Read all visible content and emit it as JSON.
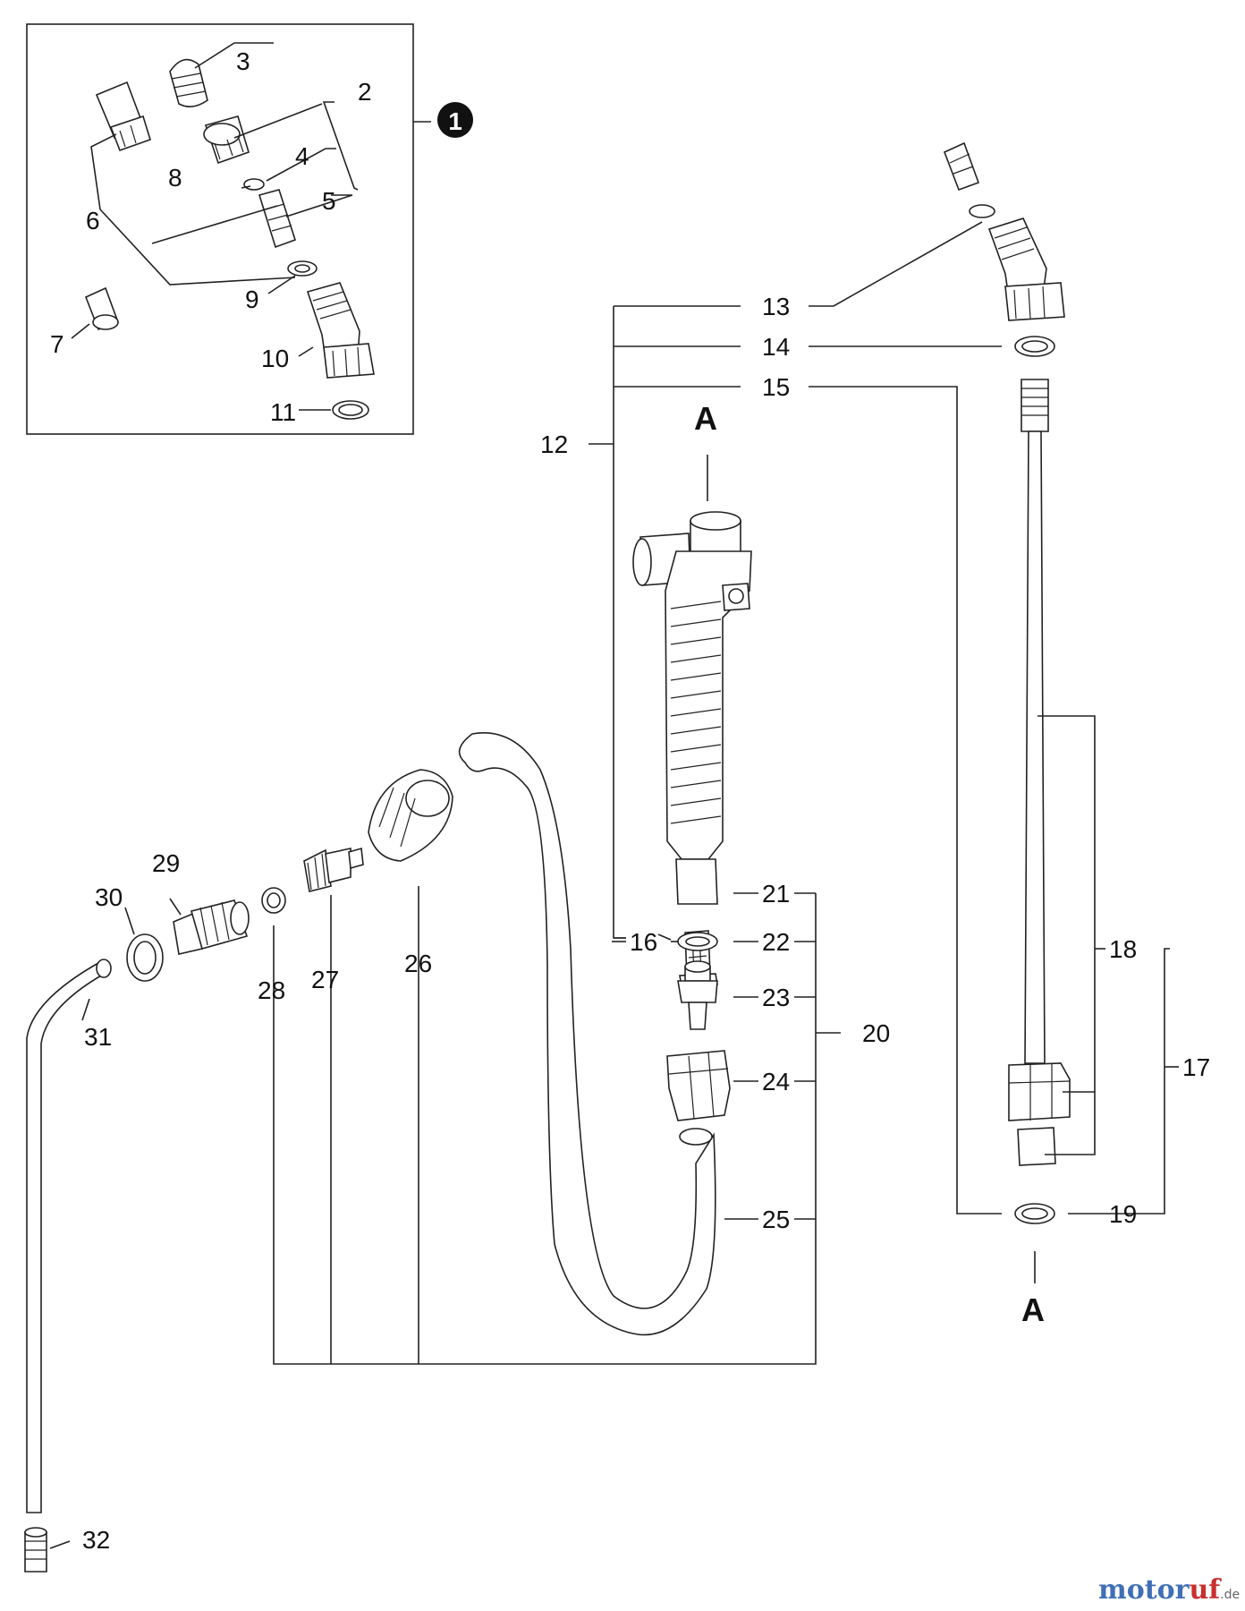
{
  "callouts": [
    {
      "id": "1",
      "text": "1"
    },
    {
      "id": "2",
      "text": "2"
    },
    {
      "id": "3",
      "text": "3"
    },
    {
      "id": "4",
      "text": "4"
    },
    {
      "id": "5",
      "text": "5"
    },
    {
      "id": "6",
      "text": "6"
    },
    {
      "id": "7",
      "text": "7"
    },
    {
      "id": "8",
      "text": "8"
    },
    {
      "id": "9",
      "text": "9"
    },
    {
      "id": "10",
      "text": "10"
    },
    {
      "id": "11",
      "text": "11"
    },
    {
      "id": "12",
      "text": "12"
    },
    {
      "id": "13",
      "text": "13"
    },
    {
      "id": "14",
      "text": "14"
    },
    {
      "id": "15",
      "text": "15"
    },
    {
      "id": "16",
      "text": "16"
    },
    {
      "id": "17",
      "text": "17"
    },
    {
      "id": "18",
      "text": "18"
    },
    {
      "id": "19",
      "text": "19"
    },
    {
      "id": "20",
      "text": "20"
    },
    {
      "id": "21",
      "text": "21"
    },
    {
      "id": "22",
      "text": "22"
    },
    {
      "id": "23",
      "text": "23"
    },
    {
      "id": "24",
      "text": "24"
    },
    {
      "id": "25",
      "text": "25"
    },
    {
      "id": "26",
      "text": "26"
    },
    {
      "id": "27",
      "text": "27"
    },
    {
      "id": "28",
      "text": "28"
    },
    {
      "id": "29",
      "text": "29"
    },
    {
      "id": "30",
      "text": "30"
    },
    {
      "id": "31",
      "text": "31"
    },
    {
      "id": "32",
      "text": "32"
    }
  ],
  "section_markers": {
    "top": "A",
    "bottom": "A"
  },
  "watermark": {
    "brand_left": "motor",
    "brand_right": "uf",
    "tld": ".de",
    "color_left": "#3f6fb5",
    "color_right": "#c8302e"
  }
}
